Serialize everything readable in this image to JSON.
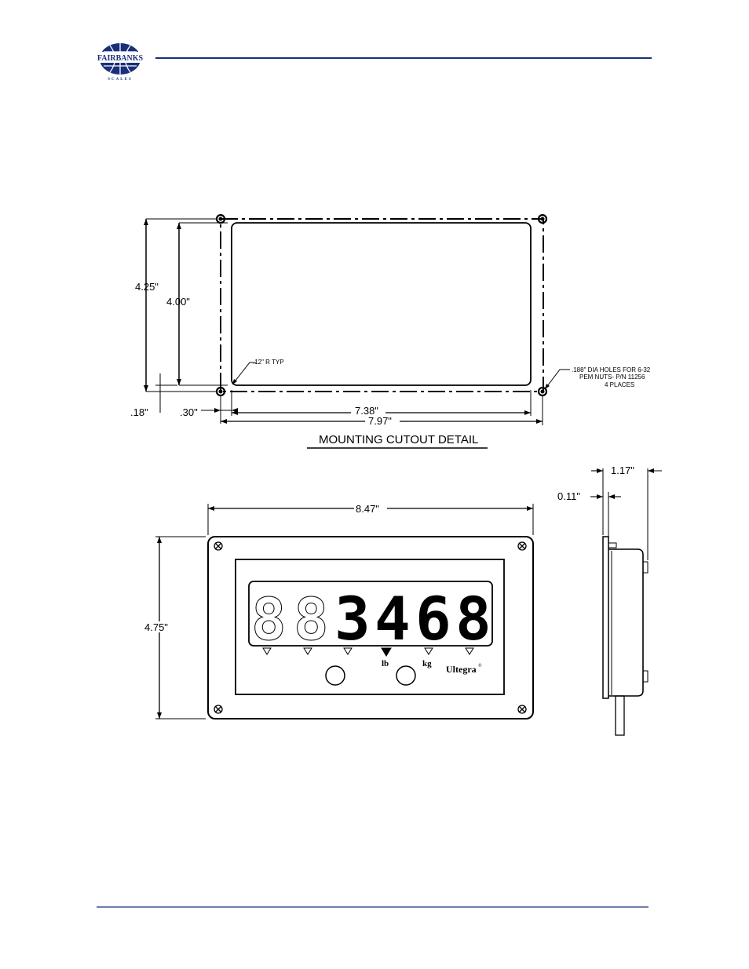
{
  "header": {
    "logo_text": "FAIRBANKS",
    "logo_subtext": "SCALES"
  },
  "cutout": {
    "title": "MOUNTING CUTOUT DETAIL",
    "dims": {
      "outer_height": "4.25\"",
      "inner_height": "4.00\"",
      "bottom_offset": ".18\"",
      "side_offset": ".30\"",
      "inner_width": "7.38\"",
      "outer_width": "7.97\"",
      "radius_note": ".12\" R TYP"
    },
    "hole_note": [
      ".188\" DIA HOLES FOR 6-32",
      "PEM NUTS- P/N 11256",
      "4 PLACES"
    ]
  },
  "front_view": {
    "width": "8.47\"",
    "height": "4.75\"",
    "display_digits": [
      "3",
      "4",
      "6",
      "8"
    ],
    "unit_lb": "lb",
    "unit_kg": "kg",
    "brand": "Ultegra",
    "brand_mark": "®"
  },
  "side_view": {
    "depth": "1.17\"",
    "flange": "0.11\""
  },
  "colors": {
    "rule": "#1a2f7a",
    "line": "#000000"
  }
}
